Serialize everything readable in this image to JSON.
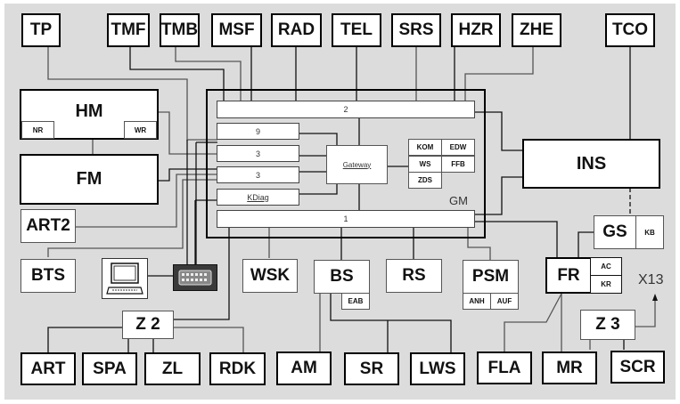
{
  "diagram": {
    "title": "Vehicle network topology",
    "top_row": [
      "TP",
      "TMF",
      "TMB",
      "MSF",
      "RAD",
      "TEL",
      "SRS",
      "HZR",
      "ZHE",
      "TCO"
    ],
    "left_modules": {
      "hm": {
        "label": "HM",
        "sub_left": "NR",
        "sub_right": "WR"
      },
      "fm": {
        "label": "FM"
      },
      "art2": {
        "label": "ART2"
      },
      "bts": {
        "label": "BTS"
      }
    },
    "gm": {
      "label": "GM",
      "bus_top": "2",
      "bus_bottom": "1",
      "buses": [
        "9",
        "3",
        "3",
        "KDiag"
      ],
      "gateway": "Gateway",
      "functions": [
        "KOM",
        "EDW",
        "WS",
        "FFB",
        "ZDS"
      ]
    },
    "ins": {
      "label": "INS"
    },
    "gs": {
      "label": "GS",
      "sub": "KB"
    },
    "fr": {
      "label": "FR",
      "sub_top": "AC",
      "sub_bottom": "KR"
    },
    "middle_row": {
      "wsk": "WSK",
      "bs": {
        "label": "BS",
        "sub": "EAB"
      },
      "rs": "RS",
      "psm": {
        "label": "PSM",
        "sub_left": "ANH",
        "sub_right": "AUF"
      }
    },
    "z2": "Z 2",
    "z3": "Z 3",
    "x13": "X13",
    "bottom_row": [
      "ART",
      "SPA",
      "ZL",
      "RDK",
      "AM",
      "SR",
      "LWS",
      "FLA",
      "MR",
      "SCR"
    ],
    "icons": {
      "diagnostic_pc": "computer-icon",
      "obd_connector": "obd-connector-icon"
    }
  }
}
